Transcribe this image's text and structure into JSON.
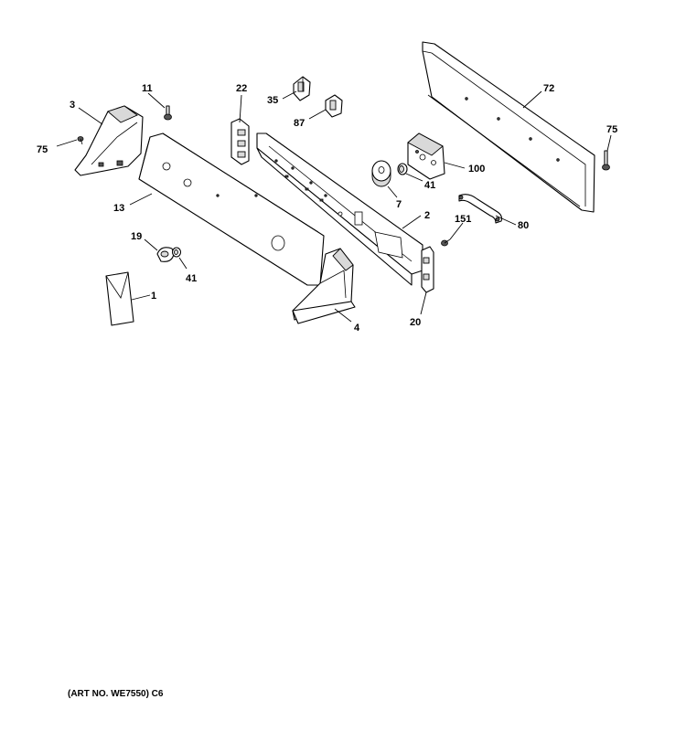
{
  "callouts": {
    "c75a": "75",
    "c3": "3",
    "c11": "11",
    "c13": "13",
    "c22": "22",
    "c35": "35",
    "c87": "87",
    "c72": "72",
    "c75b": "75",
    "c100": "100",
    "c41a": "41",
    "c7": "7",
    "c2": "2",
    "c151": "151",
    "c80": "80",
    "c19": "19",
    "c41b": "41",
    "c1": "1",
    "c4": "4",
    "c20": "20"
  },
  "caption": "(ART NO. WE7550) C6"
}
